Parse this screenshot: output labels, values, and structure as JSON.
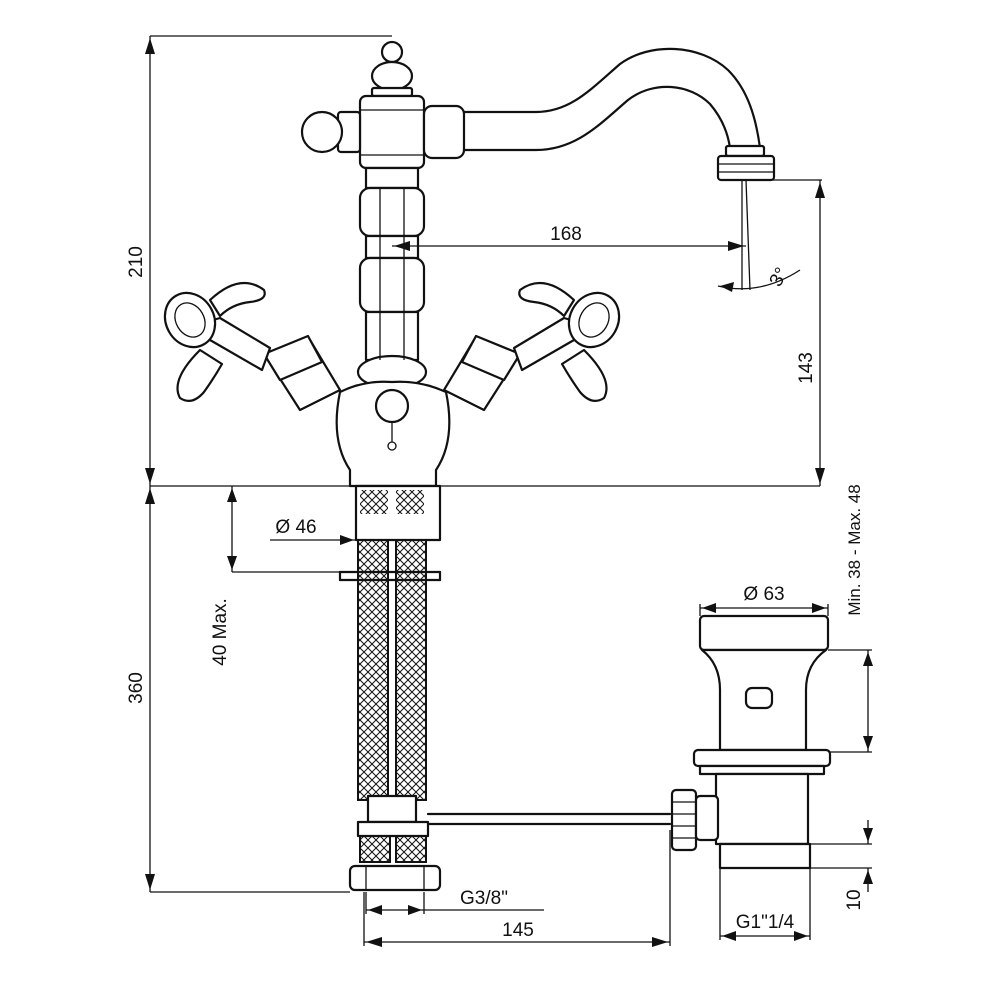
{
  "dimensions": {
    "height_total": "210",
    "spout_reach": "168",
    "spout_angle": "3°",
    "spout_height": "143",
    "base_diameter": "Ø 46",
    "deck_thickness": "40 Max.",
    "hose_length": "360",
    "waste_diameter": "Ø 63",
    "waste_thickness": "Min. 38 - Max. 48",
    "connection_thread": "G3/8\"",
    "rod_length": "145",
    "waste_thread": "G1\"1/4",
    "waste_tail": "10"
  }
}
